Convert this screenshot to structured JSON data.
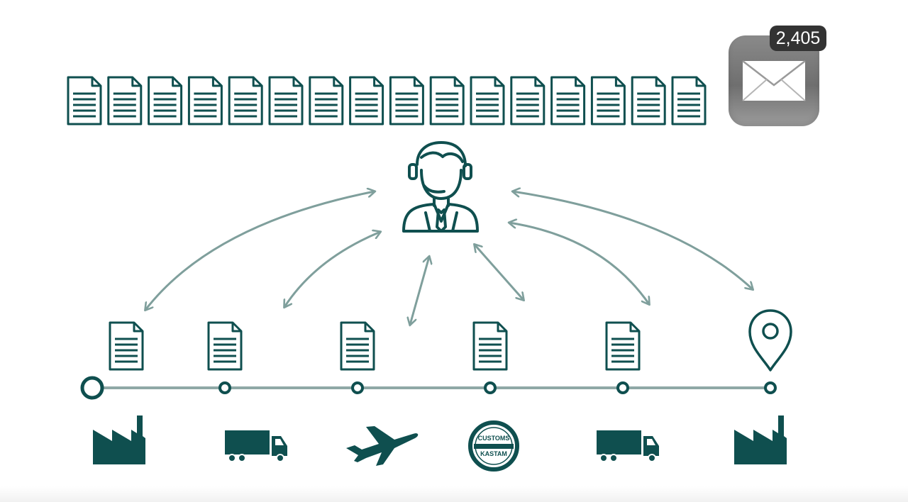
{
  "mail": {
    "unread_count": "2,405",
    "icon": "envelope-icon"
  },
  "agent": {
    "icon": "customer-service-agent-icon"
  },
  "document_stack": {
    "count": 16,
    "icon": "document-icon"
  },
  "stages": [
    {
      "id": "origin-factory",
      "icon": "factory-icon",
      "marker": "document-icon"
    },
    {
      "id": "truck-pickup",
      "icon": "truck-icon",
      "marker": "document-icon"
    },
    {
      "id": "air-freight",
      "icon": "airplane-icon",
      "marker": "document-icon"
    },
    {
      "id": "customs",
      "icon": "customs-stamp-icon",
      "marker": "document-icon",
      "stamp_top": "CUSTOMS",
      "stamp_bottom": "KASTAM"
    },
    {
      "id": "truck-delivery",
      "icon": "truck-icon",
      "marker": "document-icon"
    },
    {
      "id": "destination-factory",
      "icon": "factory-icon",
      "marker": "location-pin-icon"
    }
  ],
  "colors": {
    "primary": "#0f4f4f",
    "arrow": "#7f9f9c",
    "timeline": "#8fa8a6",
    "mail_badge": "#333333"
  }
}
